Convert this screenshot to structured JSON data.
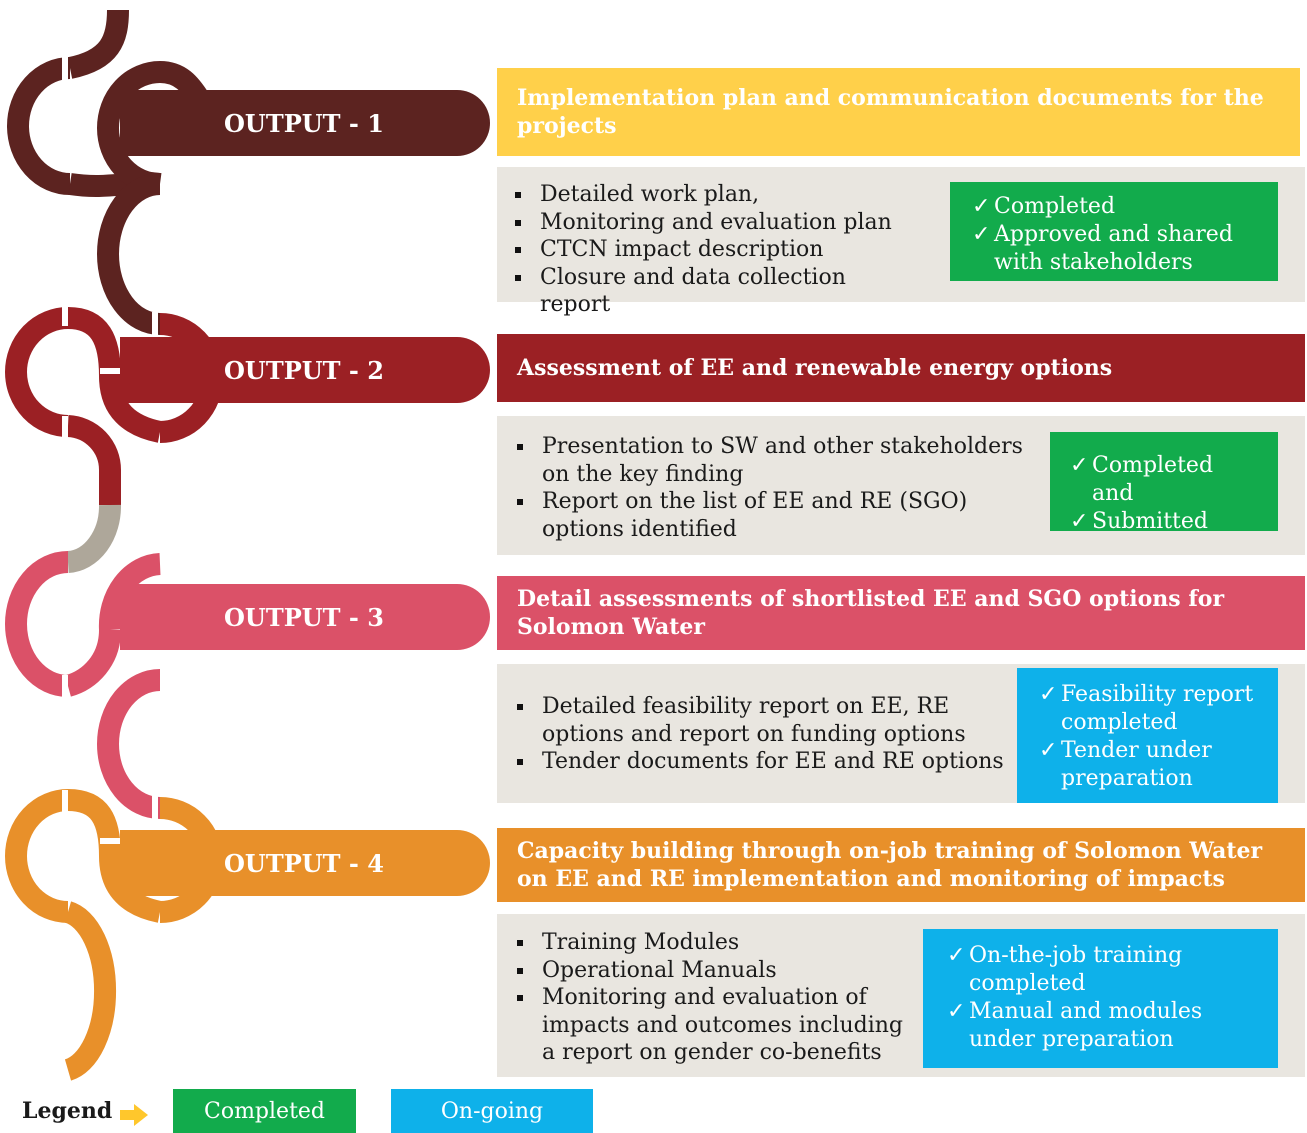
{
  "colors": {
    "output1": "#5c2320",
    "output2": "#9b2024",
    "output3": "#db5168",
    "output4": "#e8902a",
    "output1_header": "#ffd04a",
    "body_bg": "#e9e6e0",
    "completed": "#12ab4c",
    "ongoing": "#0eb1ea",
    "connector": "#aea79a",
    "legend_arrow": "#ffc72c"
  },
  "outputs": [
    {
      "label": "OUTPUT - 1",
      "title": "Implementation plan and communication documents for the projects",
      "items": [
        "Detailed work plan,",
        "Monitoring and evaluation plan",
        "CTCN impact description",
        "Closure and data collection report"
      ],
      "status_type": "completed",
      "status": [
        "Completed",
        "Approved and shared with stakeholders"
      ]
    },
    {
      "label": "OUTPUT - 2",
      "title": "Assessment of EE and renewable energy options",
      "items": [
        "Presentation to SW and other stakeholders on the key finding",
        "Report on the list of EE and RE (SGO) options identified"
      ],
      "status_type": "completed",
      "status": [
        "Completed and",
        "Submitted"
      ]
    },
    {
      "label": "OUTPUT - 3",
      "title": "Detail assessments of shortlisted EE and SGO options for Solomon Water",
      "items": [
        "Detailed feasibility report on EE, RE options and report on funding options",
        "Tender documents for EE and RE options"
      ],
      "status_type": "ongoing",
      "status": [
        "Feasibility report completed",
        "Tender under preparation"
      ]
    },
    {
      "label": "OUTPUT - 4",
      "title": "Capacity building through on-job training of Solomon Water on EE and RE implementation and monitoring of impacts",
      "items": [
        "Training Modules",
        "Operational Manuals",
        "Monitoring and evaluation of impacts and outcomes including a report on gender co-benefits"
      ],
      "status_type": "ongoing",
      "status": [
        "On-the-job training completed",
        "Manual and modules under preparation"
      ]
    }
  ],
  "legend": {
    "label": "Legend",
    "arrow_icon": "arrow-right-icon",
    "completed": "Completed",
    "ongoing": "On-going"
  }
}
